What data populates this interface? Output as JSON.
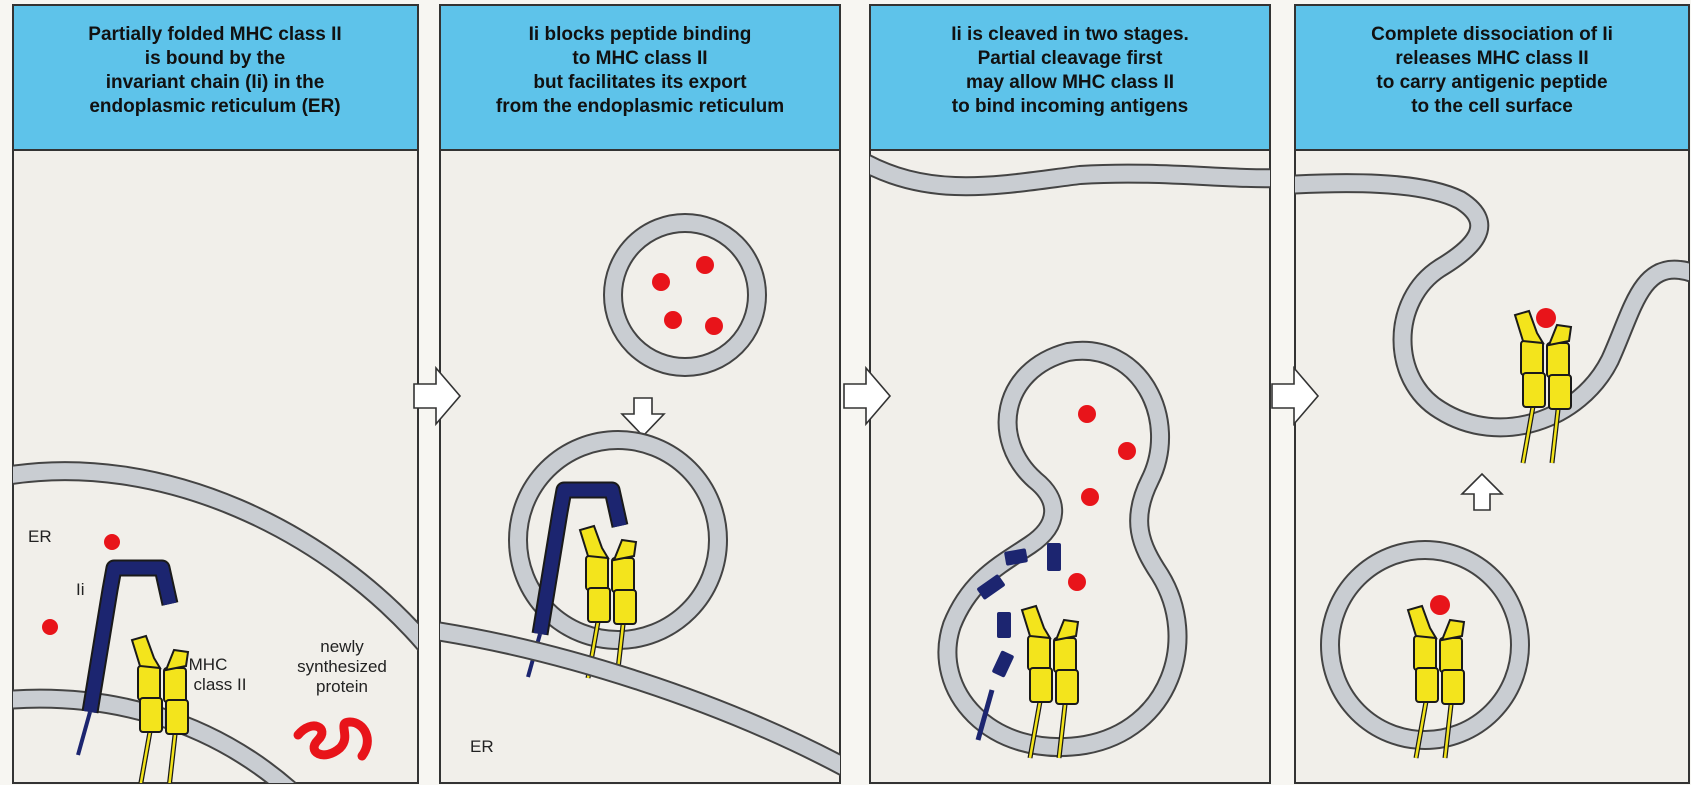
{
  "panels": [
    {
      "caption": [
        "Partially folded MHC class II",
        "is bound by the",
        "invariant chain (Ii) in the",
        "endoplasmic reticulum (ER)"
      ],
      "labels": {
        "er": "ER",
        "ii": "Ii",
        "mhc": [
          "MHC",
          "class II"
        ],
        "protein": [
          "newly",
          "synthesized",
          "protein"
        ]
      }
    },
    {
      "caption": [
        "Ii blocks peptide binding",
        "to MHC class II",
        "but facilitates its export",
        "from the endoplasmic reticulum"
      ],
      "labels": {
        "er": "ER"
      }
    },
    {
      "caption": [
        "Ii is cleaved in two stages.",
        "Partial cleavage first",
        "may allow MHC class II",
        "to bind incoming antigens"
      ]
    },
    {
      "caption": [
        "Complete dissociation of Ii",
        "releases MHC class II",
        "to carry antigenic peptide",
        "to the cell surface"
      ]
    }
  ],
  "colors": {
    "header_bg": "#5ec3ea",
    "panel_bg": "#f1efea",
    "membrane": "#c9cdd2",
    "mhc_yellow": "#f3e41c",
    "invariant_chain": "#1c2570",
    "peptide_red": "#e8141a"
  }
}
